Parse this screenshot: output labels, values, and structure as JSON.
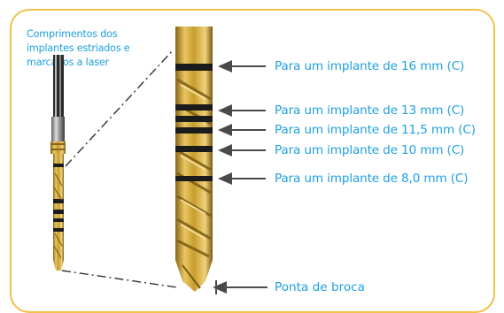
{
  "caption": "Comprimentos dos implantes estriados e marcados a laser",
  "labels": {
    "implant_16": "Para um implante de 16 mm (C)",
    "implant_13": "Para um implante de 13 mm (C)",
    "implant_11_5": "Para um implante de 11,5 mm (C)",
    "implant_10": "Para um implante de 10 mm (C)",
    "implant_8": "Para um implante de 8,0 mm (C)",
    "drill_tip": "Ponta de broca"
  },
  "colors": {
    "frame": "#f2c14b",
    "text": "#1ea0e0",
    "gold": "#c9a133",
    "band": "#1b1b1b",
    "arrow": "#4a4a4a"
  }
}
